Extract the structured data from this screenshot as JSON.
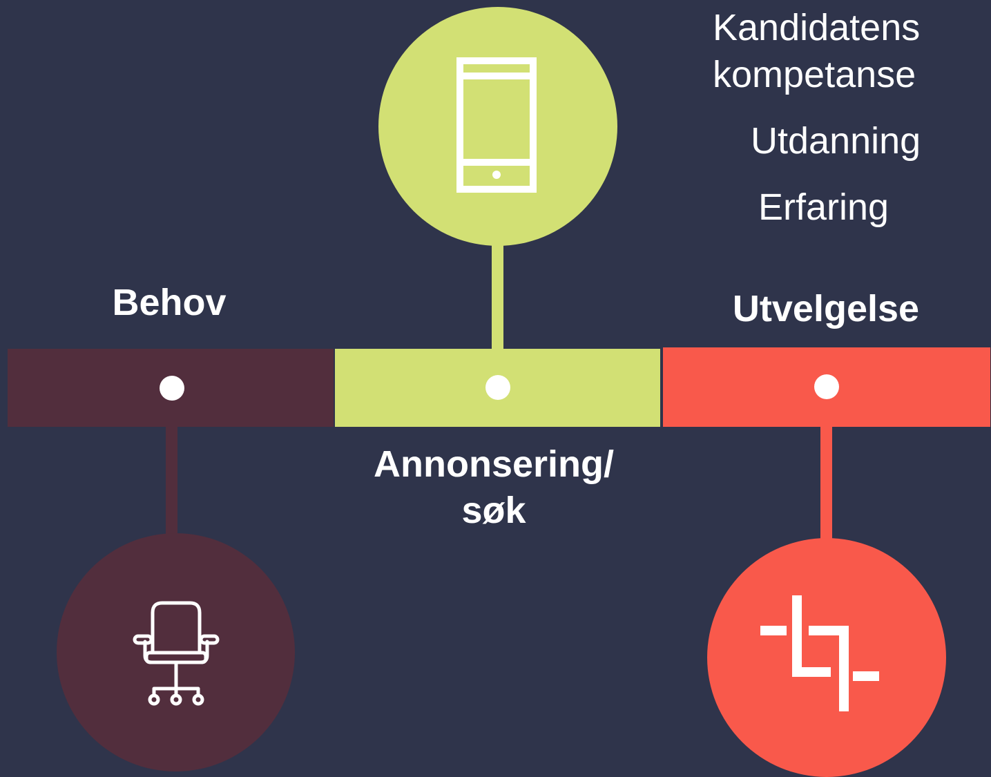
{
  "colors": {
    "background": "#2f344b",
    "behov": "#522e3d",
    "annonsering": "#d2e074",
    "utvelgelse": "#f9594b",
    "white": "#ffffff"
  },
  "steps": [
    {
      "label": "Behov",
      "icon": "office-chair-icon"
    },
    {
      "label_line1": "Annonsering/",
      "label_line2": "søk",
      "icon": "tablet-icon"
    },
    {
      "label": "Utvelgelse",
      "icon": "crop-icon"
    }
  ],
  "notes": {
    "line1": "Kandidatens",
    "line2": "kompetanse",
    "line3": "Utdanning",
    "line4": "Erfaring"
  }
}
